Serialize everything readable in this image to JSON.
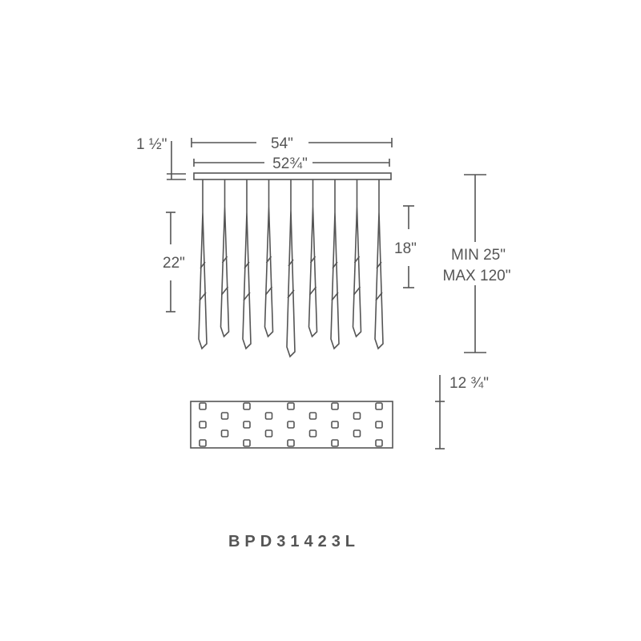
{
  "dimensions": {
    "overall_width": "54\"",
    "canopy_width": "52¾\"",
    "canopy_height": "1 ½\"",
    "long_pendant": "22\"",
    "short_pendant": "18\"",
    "overall_height_min": "MIN 25\"",
    "overall_height_max": "MAX 120\"",
    "canopy_depth": "12 ¾\""
  },
  "model_number": "BPD31423L",
  "pendant_count": 9,
  "colors": {
    "line": "#555555"
  }
}
